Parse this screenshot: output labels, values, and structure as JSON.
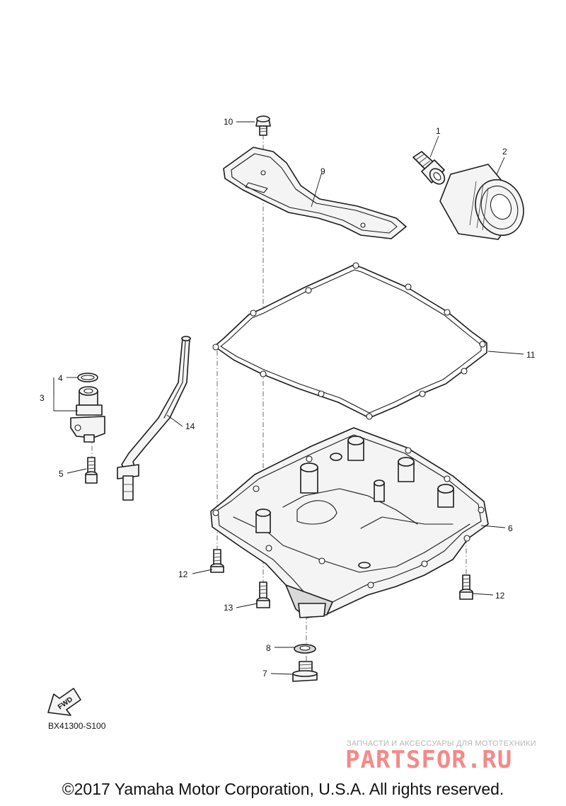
{
  "callouts": [
    "1",
    "2",
    "3",
    "4",
    "5",
    "6",
    "7",
    "8",
    "9",
    "10",
    "11",
    "12",
    "12",
    "13",
    "14"
  ],
  "fwd_label": "FWD",
  "diagram_code": "BX41300-S100",
  "watermark": {
    "tagline": "ЗАПЧАСТИ И АКСЕССУАРЫ ДЛЯ МОТОТЕХНИКИ",
    "logo_text": "PARTSFOR.RU"
  },
  "copyright": "©2017 Yamaha Motor Corporation, U.S.A. All rights reserved."
}
